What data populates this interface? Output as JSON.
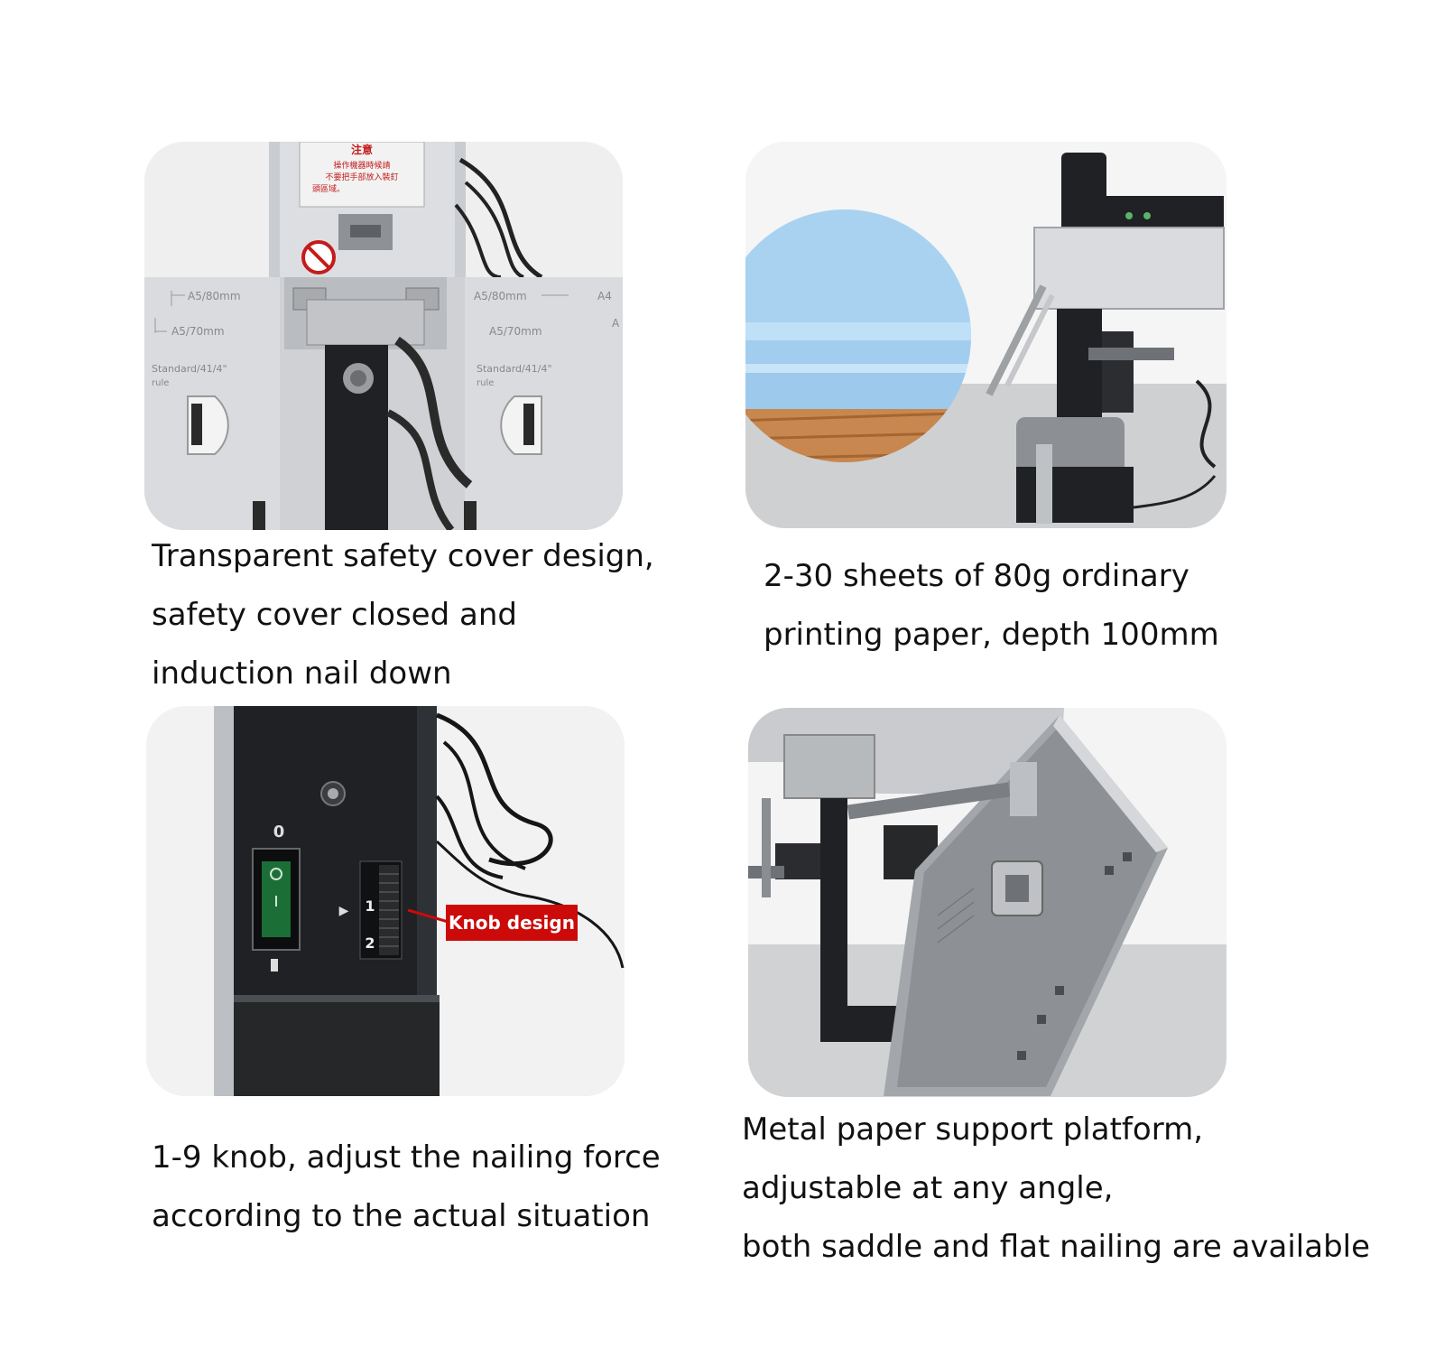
{
  "panels": [
    {
      "caption_lines": [
        "Transparent safety cover design,",
        "safety cover closed and",
        "induction nail down"
      ],
      "warning_label": [
        "注意",
        "操作機器時候請",
        "不要把手部放入裝釘",
        "頭區域。"
      ],
      "ruler_left": [
        "A5/80mm",
        "A5/70mm",
        "Standard/41/4\"",
        "rule"
      ],
      "ruler_right": [
        "A5/80mm",
        "A5/70mm",
        "Standard/41/4\"",
        "rule"
      ],
      "ruler_edge": [
        "A4",
        "A"
      ]
    },
    {
      "caption_lines": [
        "2-30 sheets of 80g ordinary",
        "printing paper, depth 100mm"
      ]
    },
    {
      "caption_lines": [
        "1-9 knob, adjust the nailing force",
        "according to the actual situation"
      ],
      "switch_top_mark": "0",
      "knob_marks": [
        "1",
        "2"
      ],
      "callout_label": "Knob design"
    },
    {
      "caption_lines": [
        "Metal paper support platform,",
        "adjustable at any angle,",
        "both saddle and flat nailing are available"
      ]
    }
  ],
  "colors": {
    "callout": "#cc0a0a",
    "paper_blue": "#a9d2f1",
    "dark_body": "#1f2124"
  }
}
